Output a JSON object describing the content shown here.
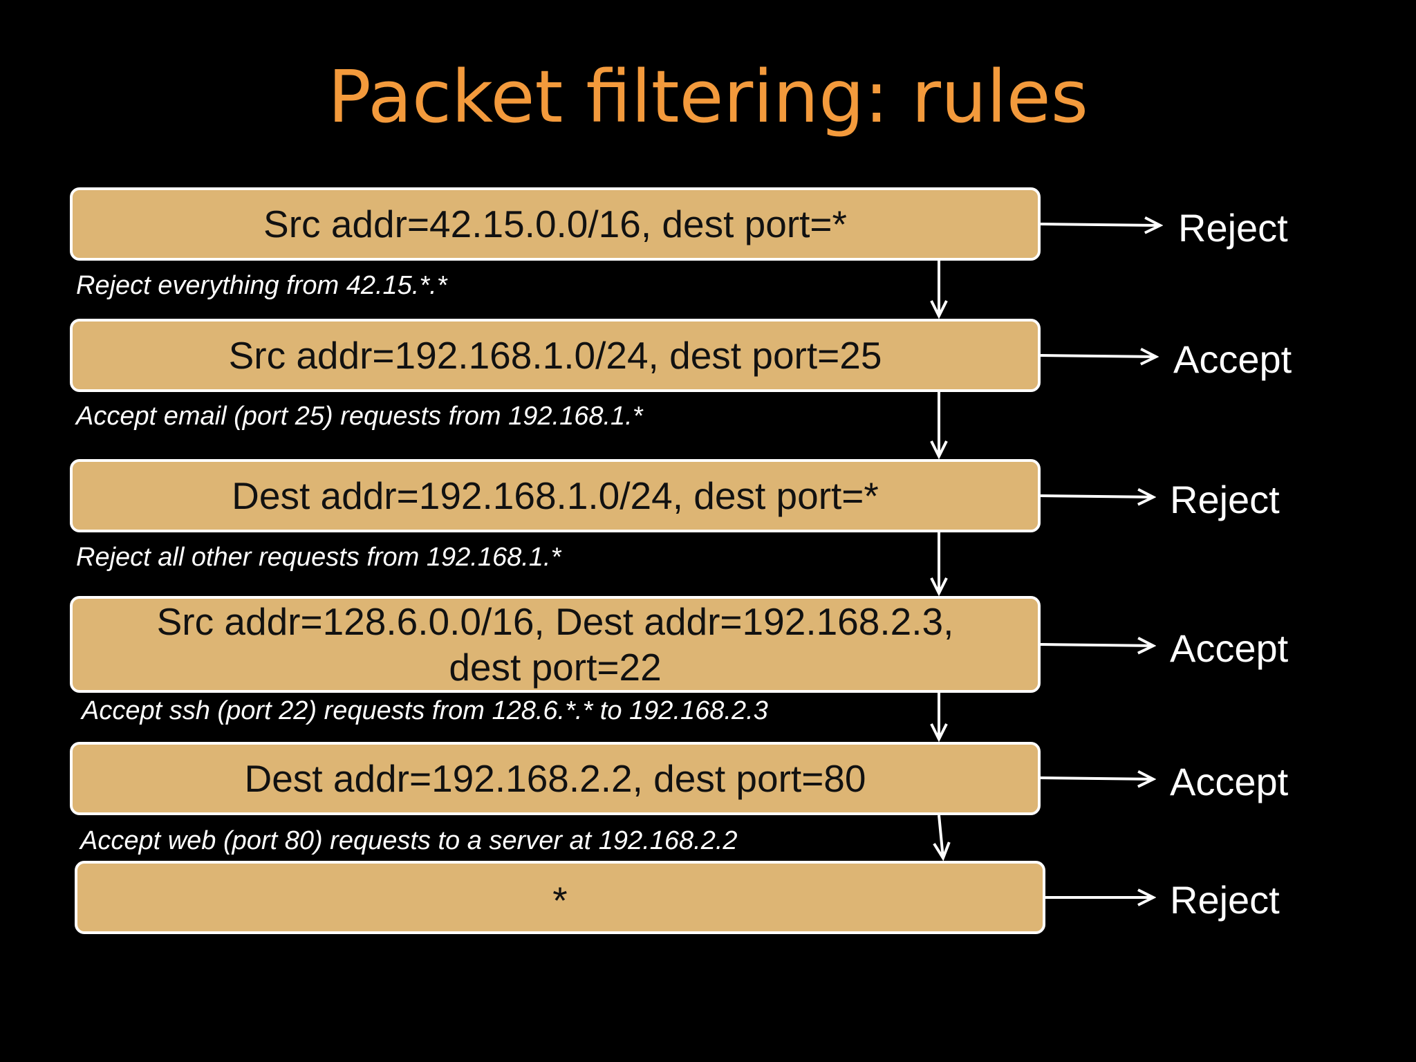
{
  "title": "Packet filtering: rules",
  "rules": [
    {
      "condition": "Src addr=42.15.0.0/16, dest port=*",
      "action": "Reject",
      "note": "Reject everything from 42.15.*.*"
    },
    {
      "condition": "Src addr=192.168.1.0/24, dest port=25",
      "action": "Accept",
      "note": "Accept email (port 25) requests from 192.168.1.*"
    },
    {
      "condition": "Dest addr=192.168.1.0/24, dest port=*",
      "action": "Reject",
      "note": "Reject all other requests from 192.168.1.*"
    },
    {
      "condition_line1": "Src addr=128.6.0.0/16, Dest addr=192.168.2.3,",
      "condition_line2": "dest port=22",
      "action": "Accept",
      "note": "Accept ssh (port 22) requests from 128.6.*.* to 192.168.2.3"
    },
    {
      "condition": "Dest addr=192.168.2.2, dest port=80",
      "action": "Accept",
      "note": "Accept web (port 80) requests to a server at 192.168.2.2"
    },
    {
      "condition": "*",
      "action": "Reject"
    }
  ],
  "colors": {
    "background": "#000000",
    "title": "#f39a3c",
    "rule_box": "#ddb574",
    "box_border": "#ffffff",
    "text_light": "#ffffff"
  }
}
